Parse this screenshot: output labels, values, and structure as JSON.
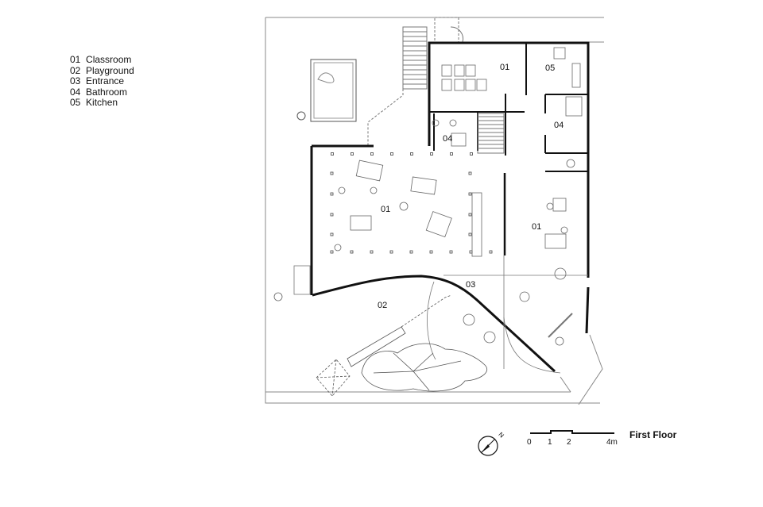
{
  "legend": [
    {
      "code": "01",
      "name": "Classroom"
    },
    {
      "code": "02",
      "name": "Playground"
    },
    {
      "code": "03",
      "name": "Entrance"
    },
    {
      "code": "04",
      "name": "Bathroom"
    },
    {
      "code": "05",
      "name": "Kitchen"
    }
  ],
  "room_labels": {
    "classroom_upper": "01",
    "kitchen": "05",
    "bathroom_center": "04",
    "bathroom_right": "04",
    "classroom_main": "01",
    "classroom_right": "01",
    "entrance": "03",
    "playground": "02"
  },
  "compass": {
    "label": "N"
  },
  "scale_bar": {
    "ticks": [
      "0",
      "1",
      "2",
      "4m"
    ]
  },
  "title": "First Floor"
}
